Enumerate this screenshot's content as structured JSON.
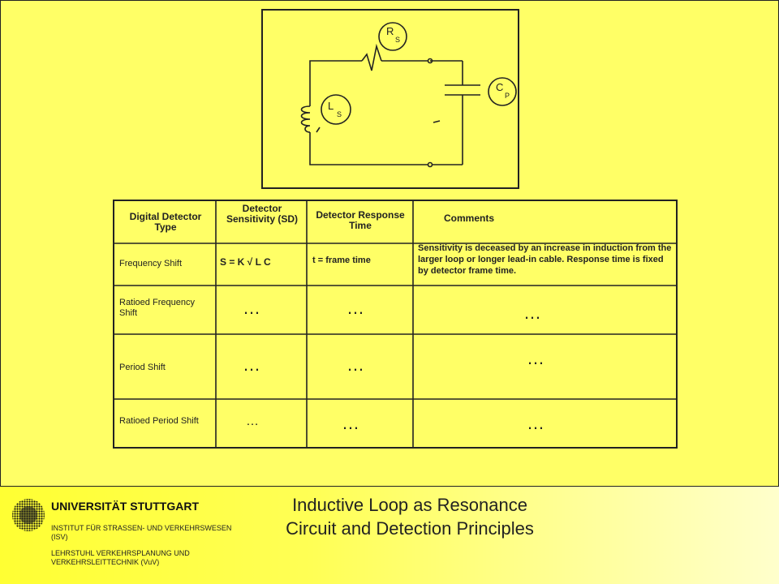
{
  "circuit": {
    "rs": {
      "main": "R",
      "sub": "S"
    },
    "ls": {
      "main": "L",
      "sub": "S"
    },
    "cp": {
      "main": "C",
      "sub": "P"
    }
  },
  "table": {
    "headers": {
      "type": "Digital Detector Type",
      "sensitivity": "Detector Sensitivity (SD)",
      "response": "Detector Response Time",
      "comments": "Comments"
    },
    "rows": [
      {
        "type": "Frequency Shift",
        "sensitivity": "S = K √ L C",
        "response": "t = frame time",
        "comments": "Sensitivity is deceased by an increase in induction from the larger loop or longer lead-in cable. Response time is fixed by detector frame time."
      },
      {
        "type": "Ratioed Frequency Shift",
        "sensitivity": "…",
        "response": "…",
        "comments": "…"
      },
      {
        "type": "Period Shift",
        "sensitivity": "…",
        "response": "…",
        "comments": "…"
      },
      {
        "type": "Ratioed Period Shift",
        "sensitivity": "…",
        "response": "…",
        "comments": "…"
      }
    ]
  },
  "footer": {
    "university": "UNIVERSITÄT STUTTGART",
    "institute": "INSTITUT FÜR STRASSEN- UND VERKEHRSWESEN (ISV)",
    "chair": "LEHRSTUHL VERKEHRSPLANUNG UND VERKEHRSLEITTECHNIK (VuV)",
    "title": "Inductive Loop as Resonance Circuit and Detection Principles"
  }
}
